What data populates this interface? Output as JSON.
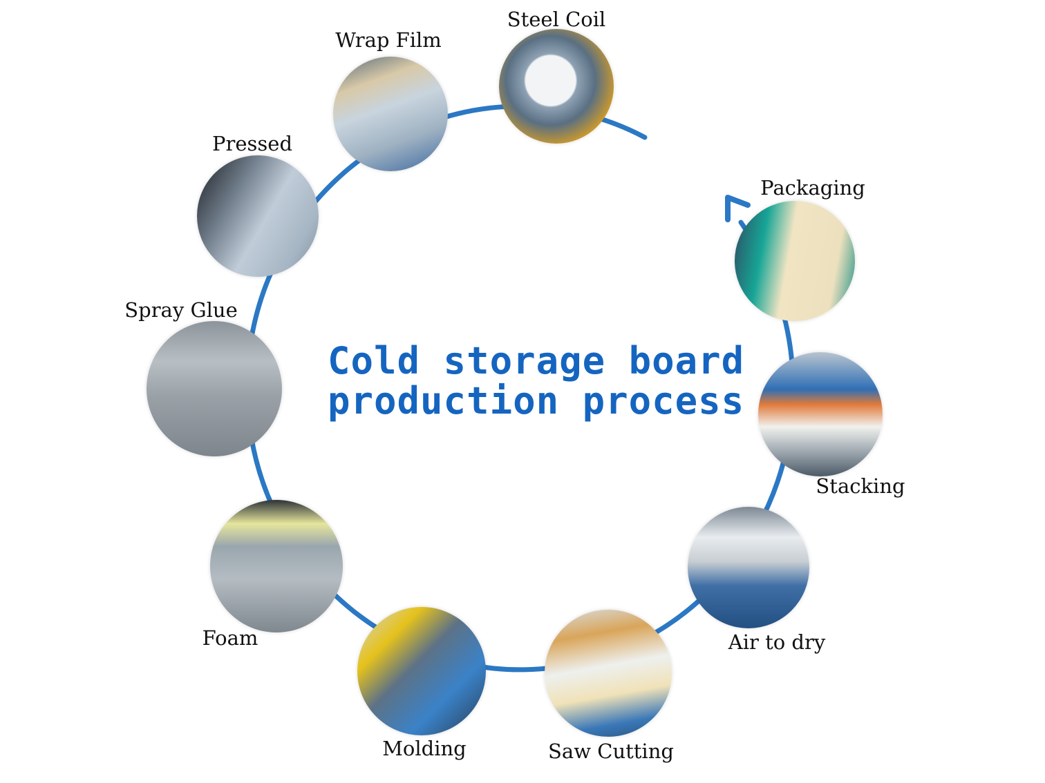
{
  "title": {
    "line1": "Cold storage board",
    "line2": "production process"
  },
  "colors": {
    "title": "#1565c0",
    "arc": "#2b78c4"
  },
  "steps": [
    {
      "label": "Steel Coil",
      "icon": "steel-coil-photo"
    },
    {
      "label": "Wrap Film",
      "icon": "wrap-film-photo"
    },
    {
      "label": "Pressed",
      "icon": "pressed-photo"
    },
    {
      "label": "Spray Glue",
      "icon": "spray-glue-photo"
    },
    {
      "label": "Foam",
      "icon": "foam-photo"
    },
    {
      "label": "Molding",
      "icon": "molding-photo"
    },
    {
      "label": "Saw Cutting",
      "icon": "saw-cutting-photo"
    },
    {
      "label": "Air to dry",
      "icon": "air-to-dry-photo"
    },
    {
      "label": "Stacking",
      "icon": "stacking-photo"
    },
    {
      "label": "Packaging",
      "icon": "packaging-photo"
    }
  ]
}
